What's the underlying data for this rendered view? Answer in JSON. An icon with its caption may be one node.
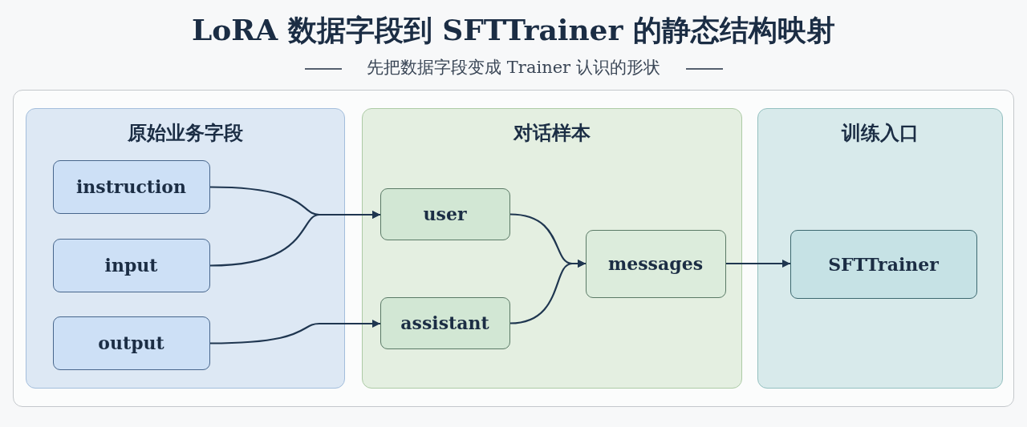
{
  "diagram": {
    "title": "LoRA 数据字段到 SFTTrainer 的静态结构映射",
    "nodes": [
      {
        "text": [
          "原始业务字段"
        ]
      },
      {
        "text": [
          "instruction"
        ],
        "in": 0
      },
      {
        "text": [
          "input"
        ],
        "in": 0
      },
      {
        "text": [
          "output"
        ],
        "in": 0
      },
      {
        "text": [
          "对话样本"
        ]
      },
      {
        "text": [
          "user"
        ],
        "in": 4
      },
      {
        "text": [
          "assistant"
        ],
        "in": 4
      },
      {
        "text": [
          "messages"
        ],
        "in": 4
      },
      {
        "text": [
          "训练入口"
        ]
      },
      {
        "text": [
          "SFTTrainer"
        ],
        "in": 8
      }
    ],
    "edges": [
      {
        "from": 1,
        "to": 5,
        "arrow": "to"
      },
      {
        "from": 2,
        "to": 5,
        "arrow": "to"
      },
      {
        "from": 3,
        "to": 6,
        "arrow": "to"
      },
      {
        "from": 5,
        "to": 7,
        "arrow": "to"
      },
      {
        "from": 6,
        "to": 7,
        "arrow": "to"
      },
      {
        "from": 7,
        "to": 9,
        "arrow": "to"
      }
    ],
    "labels": [
      "先把数据字段变成 Trainer 认识的形状"
    ]
  }
}
